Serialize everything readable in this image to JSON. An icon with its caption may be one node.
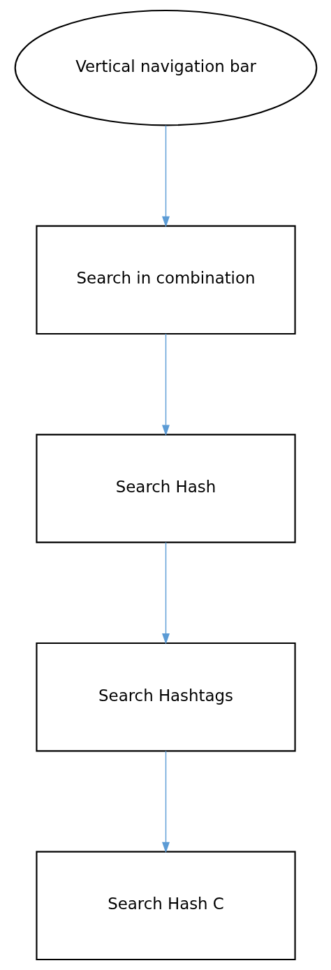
{
  "diagram": {
    "nodes": [
      {
        "text": [
          "Vertical navigation bar"
        ]
      },
      {
        "text": [
          "Search in combination"
        ]
      },
      {
        "text": [
          "Search Hash"
        ]
      },
      {
        "text": [
          "Search Hashtags"
        ]
      },
      {
        "text": [
          "Search Hash C"
        ]
      }
    ],
    "edges": [
      {
        "from": 0,
        "to": 1,
        "arrow": "to"
      },
      {
        "from": 1,
        "to": 2,
        "arrow": "to"
      },
      {
        "from": 2,
        "to": 3,
        "arrow": "to"
      },
      {
        "from": 3,
        "to": 4,
        "arrow": "to"
      }
    ]
  }
}
